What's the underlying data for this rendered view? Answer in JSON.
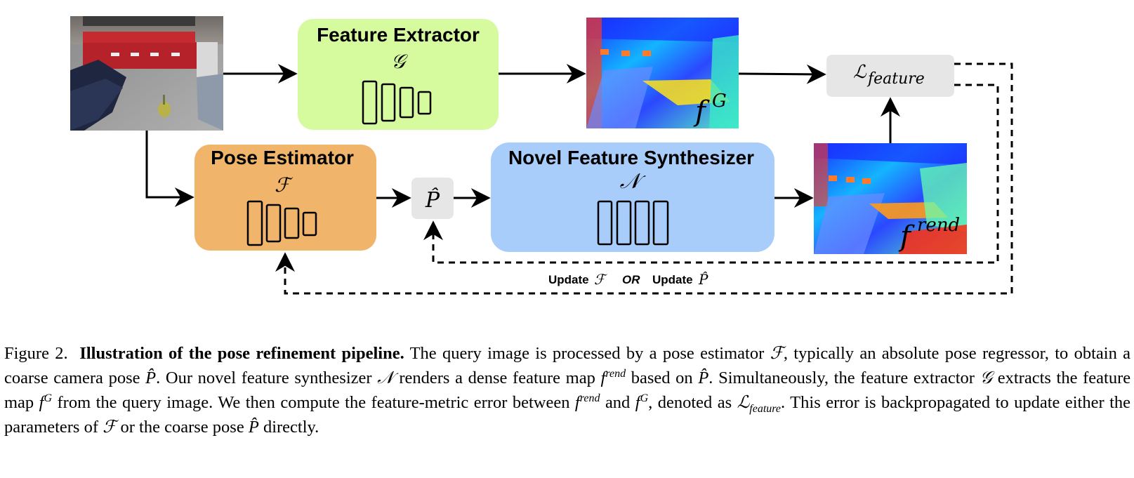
{
  "boxes": {
    "feature_extractor": {
      "title": "Feature Extractor",
      "symbol": "𝒢",
      "color": "#d6fa9e"
    },
    "pose_estimator": {
      "title": "Pose Estimator",
      "symbol": "ℱ",
      "color": "#f0b46a"
    },
    "synthesizer": {
      "title": "Novel Feature Synthesizer",
      "symbol": "𝒩",
      "color": "#a9cdfb"
    },
    "pose": {
      "symbol": "P̂",
      "color": "#e6e6e6"
    },
    "loss": {
      "symbol": "ℒ",
      "subscript": "feature",
      "color": "#e6e6e6"
    }
  },
  "feature_maps": {
    "fG": {
      "base": "f",
      "sup": "G"
    },
    "frend": {
      "base": "f",
      "sup": "rend"
    }
  },
  "update_label": {
    "update": "Update",
    "F": "ℱ",
    "or": "OR",
    "P": "P̂"
  },
  "caption": {
    "prefix": "Figure 2.",
    "bold_title": "Illustration of the pose refinement pipeline.",
    "s1": "The query image is processed by a pose estimator",
    "F": "ℱ",
    "s2": ", typically an absolute pose regressor, to obtain a coarse camera pose",
    "P": "P̂",
    "s3": ". Our novel feature synthesizer",
    "N": "𝒩",
    "s4": "renders a dense feature map",
    "f": "f",
    "rend": "rend",
    "s5": "based on",
    "s6": ". Simultaneously, the feature extractor",
    "G": "𝒢",
    "s7": "extracts the feature map",
    "Gsup": "G",
    "s8": "from the query image. We then compute the feature-metric error between",
    "s9": "and",
    "s10": ", denoted as",
    "L": "ℒ",
    "feature": "feature",
    "s11": ". This error is backpropagated to update either the parameters of",
    "s12": "or the coarse pose",
    "s13": "directly."
  }
}
